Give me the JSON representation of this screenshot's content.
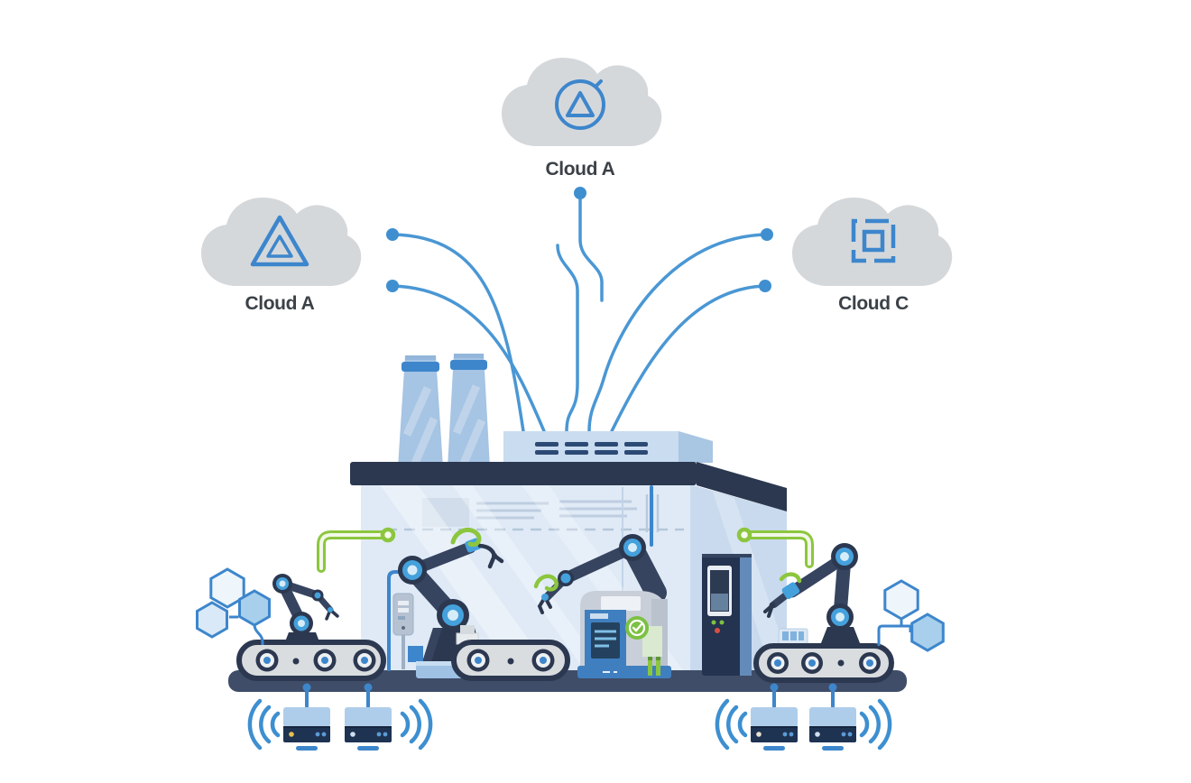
{
  "clouds": [
    {
      "position": "top",
      "label": "Cloud A",
      "icon": "gauge-triangle-icon"
    },
    {
      "position": "left",
      "label": "Cloud A",
      "icon": "alert-triangle-icon"
    },
    {
      "position": "right",
      "label": "Cloud C",
      "icon": "nested-squares-icon"
    }
  ],
  "factory": {
    "cloud_link_count": 5,
    "robot_arm_count": 4,
    "conveyor_count": 3,
    "wireless_gateway_count": 4,
    "chimney_count": 2,
    "hex_cluster_count": 2
  },
  "colors": {
    "background": "#ffffff",
    "cloud_fill": "#d5d8db",
    "accent_blue": "#3f8fd0",
    "link_blue": "#4a97d4",
    "deep_navy": "#2c3850",
    "robot_navy": "#36445f",
    "joint_blue": "#45a1dc",
    "building_front": "#dfeaf6",
    "building_side": "#c9daee",
    "rooftop_unit": "#c9dcf0",
    "platform": "#3f4d68",
    "accent_green": "#8cc63e",
    "badge_green": "#7cc142",
    "belt_gray": "#dadde0",
    "gateway_top": "#aecdea",
    "gateway_band": "#1e3252",
    "label_text": "#3b4147"
  }
}
